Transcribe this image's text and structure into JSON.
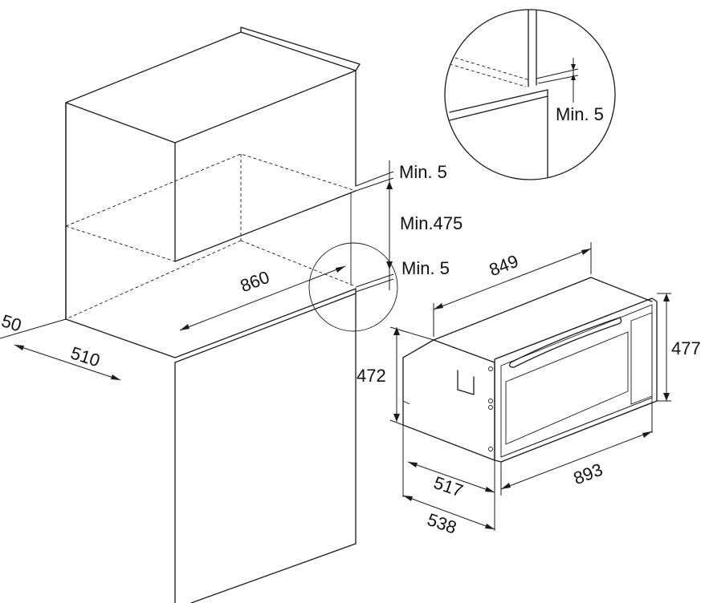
{
  "dimensions": {
    "cab_depth_partial": "50",
    "cab_depth": "510",
    "niche_width": "860",
    "gap_top": "Min. 5",
    "niche_height": "Min.475",
    "gap_bottom": "Min. 5",
    "detail_gap": "Min. 5",
    "drawer_width_rear": "849",
    "drawer_height_rear": "472",
    "drawer_height_front": "477",
    "drawer_width_front": "893",
    "drawer_depth_body": "517",
    "drawer_depth_total": "538"
  }
}
